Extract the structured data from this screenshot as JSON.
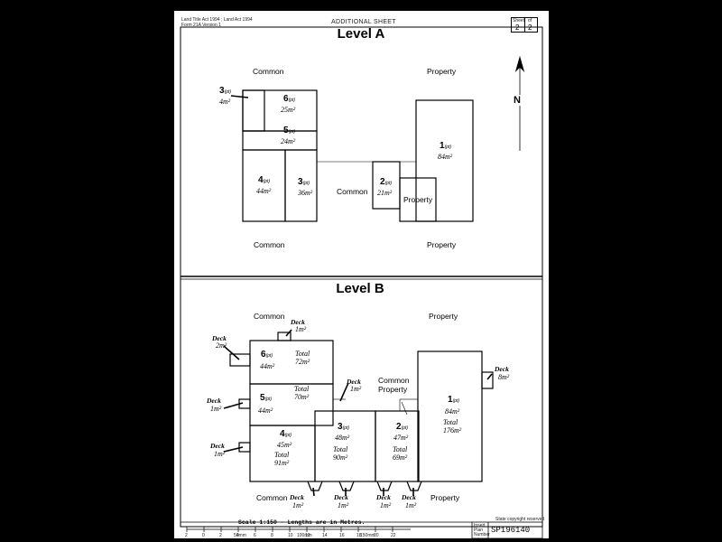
{
  "header": {
    "acts": "Land Title Act 1994 ;  Land Act 1994",
    "form": "Form 21A Version 1",
    "title": "ADDITIONAL  SHEET",
    "sheet_label": "Sheet",
    "of_label": "of",
    "sheet_no": "2",
    "sheet_total": "2"
  },
  "level_a": {
    "title": "Level A",
    "north": "N",
    "labels": {
      "common_tl": "Common",
      "property_tr": "Property",
      "common_mid": "Common",
      "property_mid": "Property",
      "common_bl": "Common",
      "property_br": "Property"
    },
    "lots": {
      "lot1": {
        "num": "1",
        "pt": "(pt)",
        "area": "84m²"
      },
      "lot2": {
        "num": "2",
        "pt": "(pt)",
        "area": "21m²"
      },
      "lot3": {
        "num": "3",
        "pt": "(pt)",
        "area": "36m²"
      },
      "lot3b": {
        "num": "3",
        "pt": "(pt)",
        "area": "4m²"
      },
      "lot4": {
        "num": "4",
        "pt": "(pt)",
        "area": "44m²"
      },
      "lot5": {
        "num": "5",
        "pt": "(pt)",
        "area": "24m²"
      },
      "lot6": {
        "num": "6",
        "pt": "(pt)",
        "area": "25m²"
      }
    }
  },
  "level_b": {
    "title": "Level B",
    "labels": {
      "common_tl": "Common",
      "property_tr": "Property",
      "common_property_1": "Common",
      "common_property_2": "Property",
      "common_bl": "Common",
      "property_br": "Property"
    },
    "lots": {
      "lot1": {
        "num": "1",
        "pt": "(pt)",
        "area": "84m²",
        "total_label": "Total",
        "total": "176m²"
      },
      "lot2": {
        "num": "2",
        "pt": "(pt)",
        "area": "47m²",
        "total_label": "Total",
        "total": "69m²"
      },
      "lot3": {
        "num": "3",
        "pt": "(pt)",
        "area": "48m²",
        "total_label": "Total",
        "total": "90m²"
      },
      "lot4": {
        "num": "4",
        "pt": "(pt)",
        "area": "45m²",
        "total_label": "Total",
        "total": "91m²"
      },
      "lot5": {
        "num": "5",
        "pt": "(pt)",
        "area": "44m²",
        "total_label": "Total",
        "total": "70m²"
      },
      "lot6": {
        "num": "6",
        "pt": "(pt)",
        "area": "44m²",
        "total_label": "Total",
        "total": "72m²"
      }
    },
    "decks": {
      "d_top": {
        "label": "Deck",
        "area": "1m²"
      },
      "d_left6": {
        "label": "Deck",
        "area": "2m²"
      },
      "d_right5": {
        "label": "Deck",
        "area": "1m²"
      },
      "d_left5": {
        "label": "Deck",
        "area": "1m²"
      },
      "d_left4": {
        "label": "Deck",
        "area": "1m²"
      },
      "d_right1": {
        "label": "Deck",
        "area": "8m²"
      },
      "d_bot1": {
        "label": "Deck",
        "area": "1m²"
      },
      "d_bot2": {
        "label": "Deck",
        "area": "1m²"
      },
      "d_bot3": {
        "label": "Deck",
        "area": "1m²"
      },
      "d_bot4": {
        "label": "Deck",
        "area": "1m²"
      }
    }
  },
  "footer": {
    "scale": "Scale 1:150 - Lengths are in Metres.",
    "copyright": "State copyright reserved",
    "insert_1": "Insert",
    "insert_2": "Plan",
    "insert_3": "Number",
    "plan_number": "SP196140",
    "scale_ticks": [
      "2",
      "0",
      "2",
      "4",
      "6",
      "8",
      "10",
      "12",
      "14",
      "16",
      "18",
      "20",
      "22"
    ],
    "scale_mm": [
      "50mm",
      "100mm",
      "150mm"
    ]
  }
}
